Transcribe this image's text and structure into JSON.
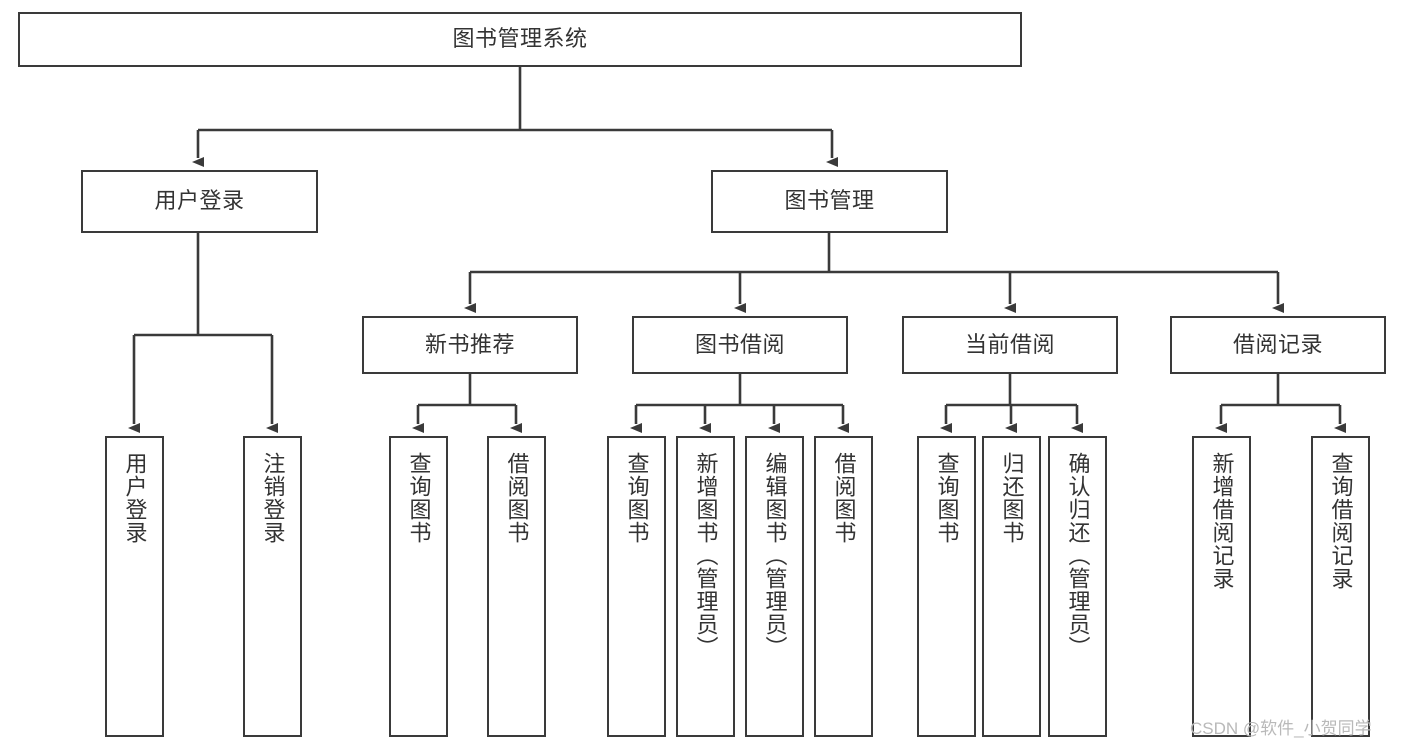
{
  "diagram": {
    "type": "tree",
    "title": "图书管理系统",
    "root": {
      "id": "root",
      "label": "图书管理系统"
    },
    "level2": [
      {
        "id": "user-login",
        "label": "用户登录"
      },
      {
        "id": "book-manage",
        "label": "图书管理"
      }
    ],
    "level3": [
      {
        "id": "new-book-rec",
        "label": "新书推荐",
        "parent": "book-manage"
      },
      {
        "id": "book-borrow",
        "label": "图书借阅",
        "parent": "book-manage"
      },
      {
        "id": "current-borrow",
        "label": "当前借阅",
        "parent": "book-manage"
      },
      {
        "id": "borrow-record",
        "label": "借阅记录",
        "parent": "book-manage"
      }
    ],
    "leaves": [
      {
        "id": "leaf-user-login",
        "label": "用户登录",
        "parent": "user-login"
      },
      {
        "id": "leaf-logout",
        "label": "注销登录",
        "parent": "user-login"
      },
      {
        "id": "leaf-query-book-1",
        "label": "查询图书",
        "parent": "new-book-rec"
      },
      {
        "id": "leaf-borrow-book-1",
        "label": "借阅图书",
        "parent": "new-book-rec"
      },
      {
        "id": "leaf-query-book-2",
        "label": "查询图书",
        "parent": "book-borrow"
      },
      {
        "id": "leaf-add-book",
        "label": "新增图书（管理员）",
        "parent": "book-borrow"
      },
      {
        "id": "leaf-edit-book",
        "label": "编辑图书（管理员）",
        "parent": "book-borrow"
      },
      {
        "id": "leaf-borrow-book-2",
        "label": "借阅图书",
        "parent": "book-borrow"
      },
      {
        "id": "leaf-query-book-3",
        "label": "查询图书",
        "parent": "current-borrow"
      },
      {
        "id": "leaf-return-book",
        "label": "归还图书",
        "parent": "current-borrow"
      },
      {
        "id": "leaf-confirm-return",
        "label": "确认归还（管理员）",
        "parent": "current-borrow"
      },
      {
        "id": "leaf-add-record",
        "label": "新增借阅记录",
        "parent": "borrow-record"
      },
      {
        "id": "leaf-query-record",
        "label": "查询借阅记录",
        "parent": "borrow-record"
      }
    ],
    "colors": {
      "border": "#3a3a3a",
      "text": "#333333",
      "line": "#3a3a3a",
      "background": "#ffffff",
      "watermark": "#b9b9b9"
    }
  },
  "watermark": {
    "text": "CSDN @软件_小贺同学"
  }
}
